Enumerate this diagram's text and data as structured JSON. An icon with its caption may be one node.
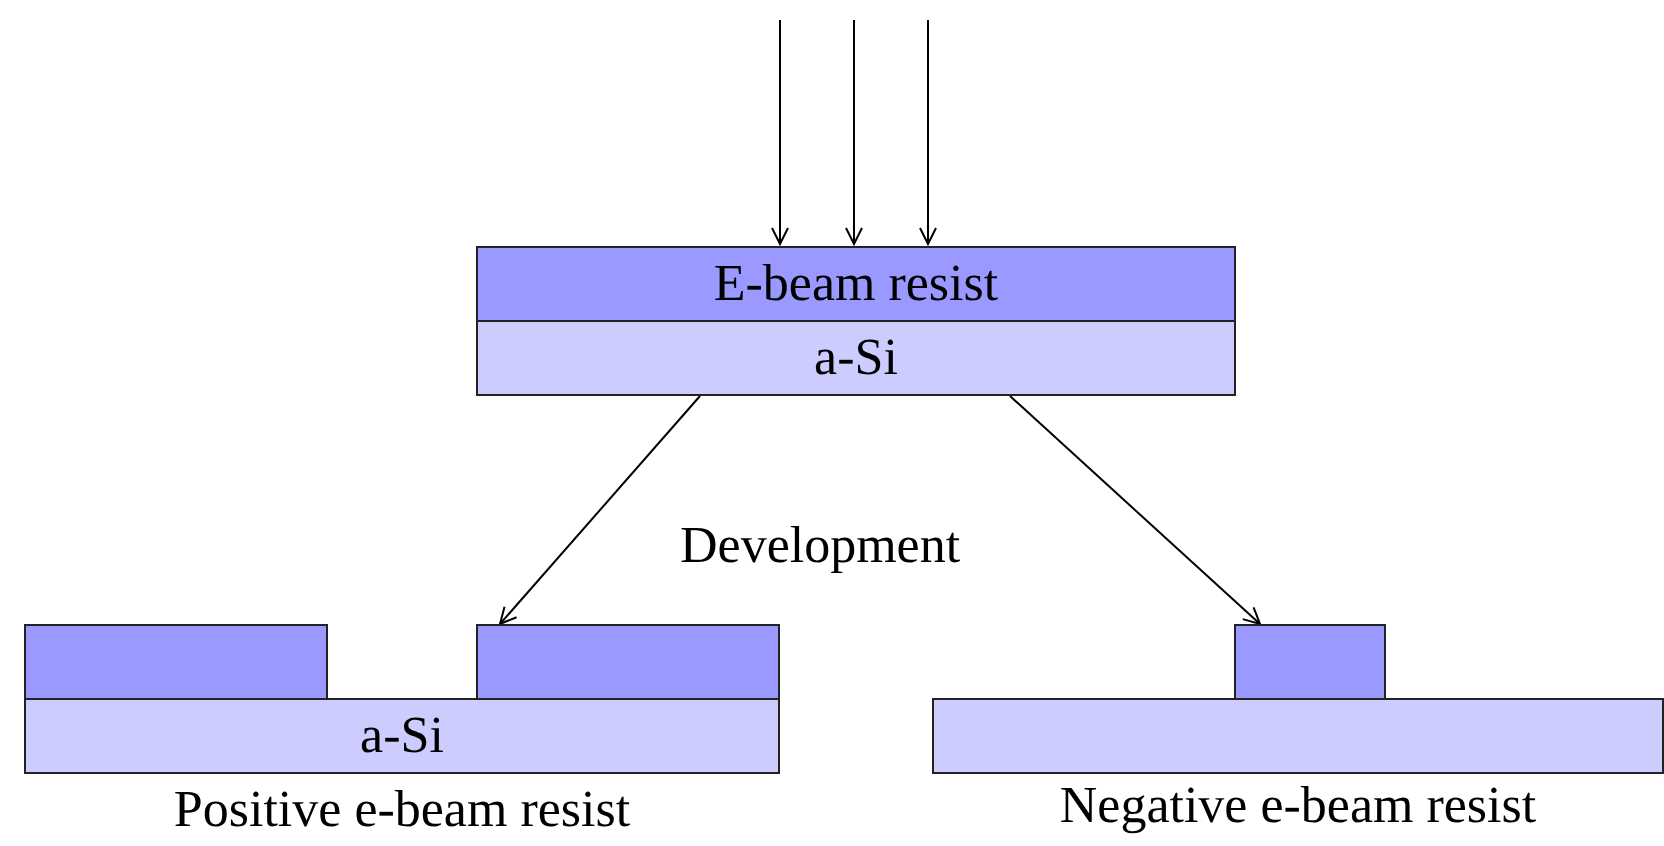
{
  "diagram": {
    "nodes": [
      {
        "text": [
          "E-beam resist"
        ]
      },
      {
        "text": [
          "a-Si"
        ]
      },
      {
        "text": [],
        "shape": "box"
      },
      {
        "text": [],
        "shape": "box"
      },
      {
        "text": [
          "a-Si"
        ],
        "beside": [
          "Positive e-beam resist"
        ]
      },
      {
        "text": [],
        "shape": "box"
      },
      {
        "text": [],
        "shape": "box",
        "beside": [
          "Negative e-beam resist"
        ]
      }
    ],
    "edges": [
      {
        "from": null,
        "to": 0,
        "arrow": "to"
      },
      {
        "from": null,
        "to": 0,
        "arrow": "to"
      },
      {
        "from": null,
        "to": 0,
        "arrow": "to"
      },
      {
        "from": 1,
        "to": 3,
        "arrow": "to"
      },
      {
        "from": 1,
        "to": 5,
        "arrow": "to"
      }
    ],
    "labels": [
      "Development"
    ]
  }
}
